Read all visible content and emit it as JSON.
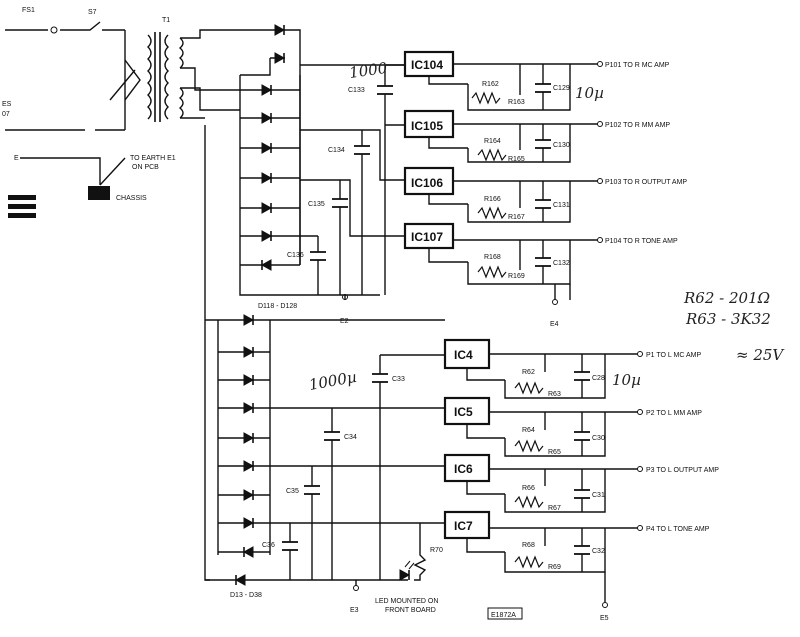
{
  "transformer": {
    "fuse": "FS1",
    "switch": "S7",
    "label": "T1",
    "left_a": "ES",
    "left_b": "07"
  },
  "earth": {
    "line1": "TO EARTH E1",
    "line2": "ON PCB",
    "e": "E",
    "chassis": "CHASSIS"
  },
  "right_channel": [
    {
      "ic": "IC104",
      "r1": "R162",
      "r2": "R163",
      "cap": "C129",
      "out": "P101 TO R MC AMP"
    },
    {
      "ic": "IC105",
      "r1": "R164",
      "r2": "R165",
      "cap": "C130",
      "out": "P102 TO R MM AMP"
    },
    {
      "ic": "IC106",
      "r1": "R166",
      "r2": "R167",
      "cap": "C131",
      "out": "P103 TO R OUTPUT AMP"
    },
    {
      "ic": "IC107",
      "r1": "R168",
      "r2": "R169",
      "cap": "C132",
      "out": "P104 TO R TONE AMP"
    }
  ],
  "right_caps": [
    "C133",
    "C134",
    "C135",
    "C136"
  ],
  "right_diodes": "D118 - D128",
  "right_earths": [
    "E2",
    "E4"
  ],
  "left_channel": [
    {
      "ic": "IC4",
      "r1": "R62",
      "r2": "R63",
      "cap": "C28",
      "out": "P1 TO L MC AMP"
    },
    {
      "ic": "IC5",
      "r1": "R64",
      "r2": "R65",
      "cap": "C30",
      "out": "P2 TO L MM AMP"
    },
    {
      "ic": "IC6",
      "r1": "R66",
      "r2": "R67",
      "cap": "C31",
      "out": "P3 TO L OUTPUT AMP"
    },
    {
      "ic": "IC7",
      "r1": "R68",
      "r2": "R69",
      "cap": "C32",
      "out": "P4 TO L TONE AMP"
    }
  ],
  "left_caps": [
    "C33",
    "C34",
    "C35",
    "C36"
  ],
  "left_diodes": "D13 - D38",
  "left_earths": [
    "E3",
    "E5"
  ],
  "led": {
    "resistor": "R70",
    "line1": "LED MOUNTED ON",
    "line2": "FRONT BOARD"
  },
  "drawing_ref": "E1872A",
  "handwriting": {
    "r_cap_top": "1000",
    "r_out_cap": "10µ",
    "l_cap_top": "1000µ",
    "l_out_cap": "10µ",
    "note1": "R62 - 201Ω",
    "note2": "R63 - 3K32",
    "note3": "≈ 25V"
  }
}
